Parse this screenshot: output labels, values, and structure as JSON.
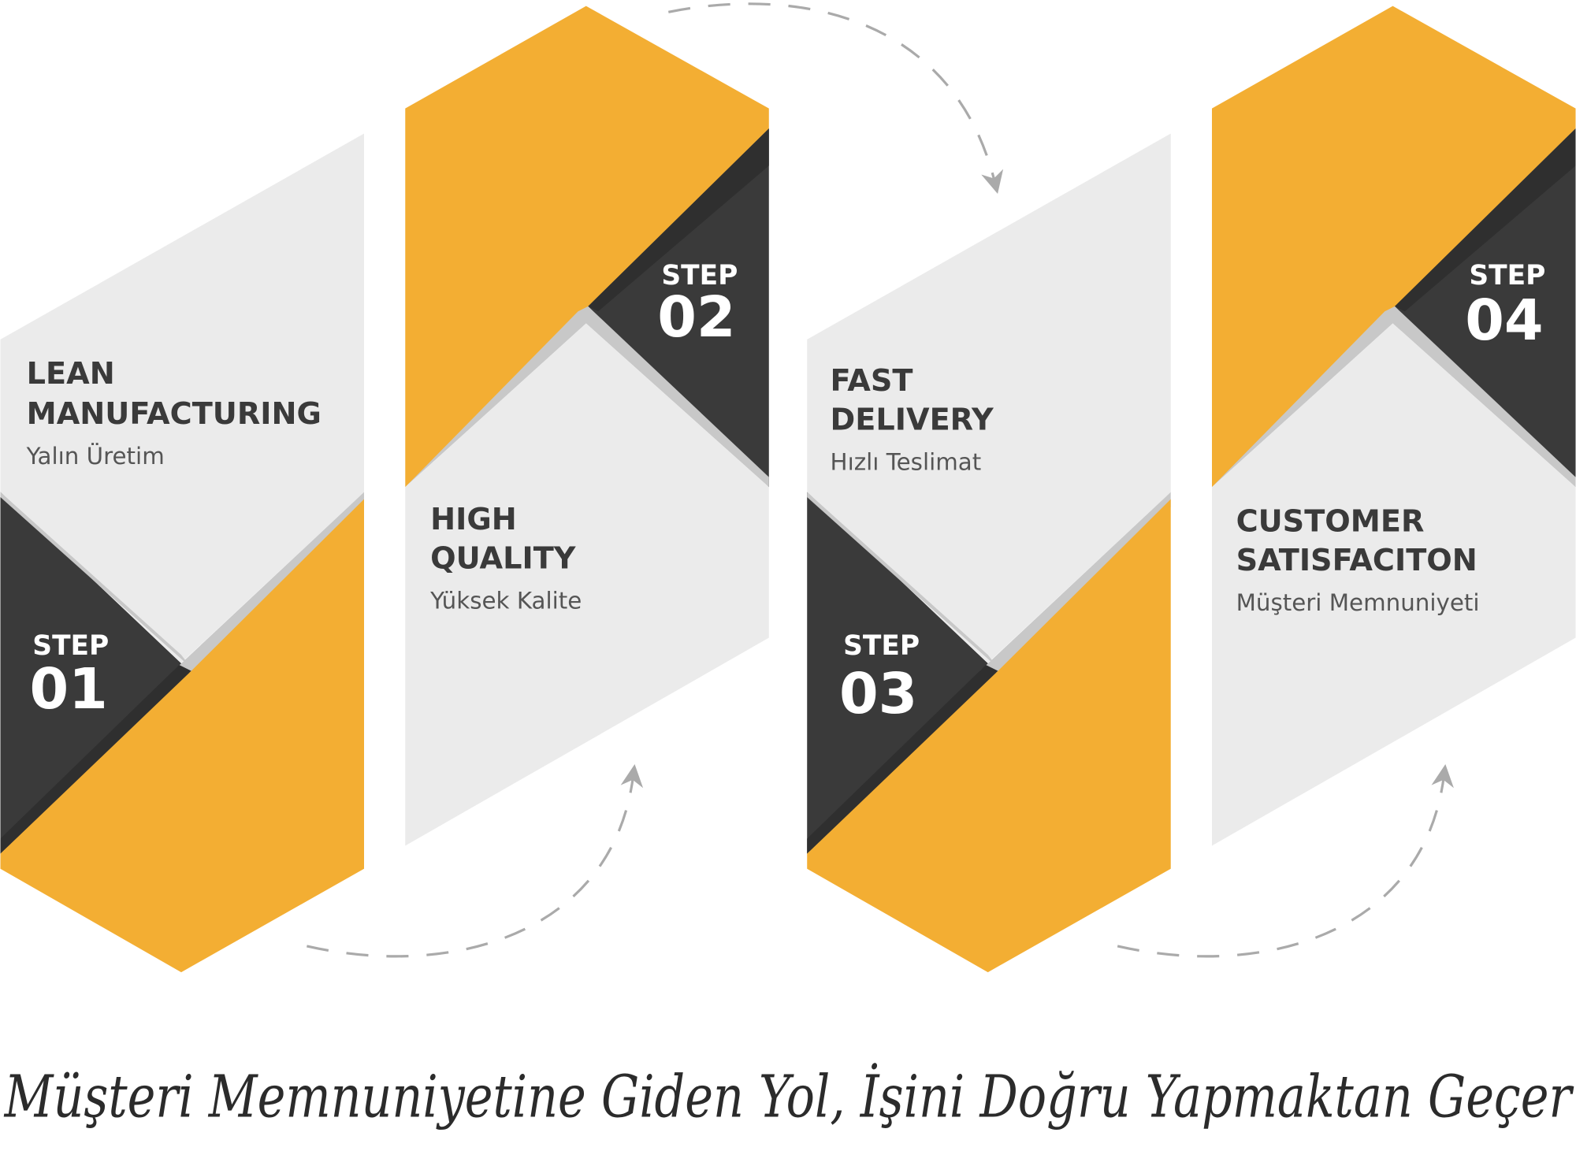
{
  "colors": {
    "orange": "#f3ae33",
    "dark": "#3a3a3a",
    "light": "#ebebeb",
    "shadow": "#c8c8c8"
  },
  "steps": [
    {
      "step_label": "STEP",
      "number": "01",
      "title_line1": "LEAN",
      "title_line2": "MANUFACTURING",
      "subtitle": "Yalın Üretim"
    },
    {
      "step_label": "STEP",
      "number": "02",
      "title_line1": "HIGH",
      "title_line2": "QUALITY",
      "subtitle": "Yüksek Kalite"
    },
    {
      "step_label": "STEP",
      "number": "03",
      "title_line1": "FAST",
      "title_line2": "DELIVERY",
      "subtitle": "Hızlı Teslimat"
    },
    {
      "step_label": "STEP",
      "number": "04",
      "title_line1": "CUSTOMER",
      "title_line2": "SATISFACITON",
      "subtitle": "Müşteri Memnuniyeti"
    }
  ],
  "tagline": "Müşteri Memnuniyetine Giden Yol, İşini Doğru Yapmaktan Geçer"
}
